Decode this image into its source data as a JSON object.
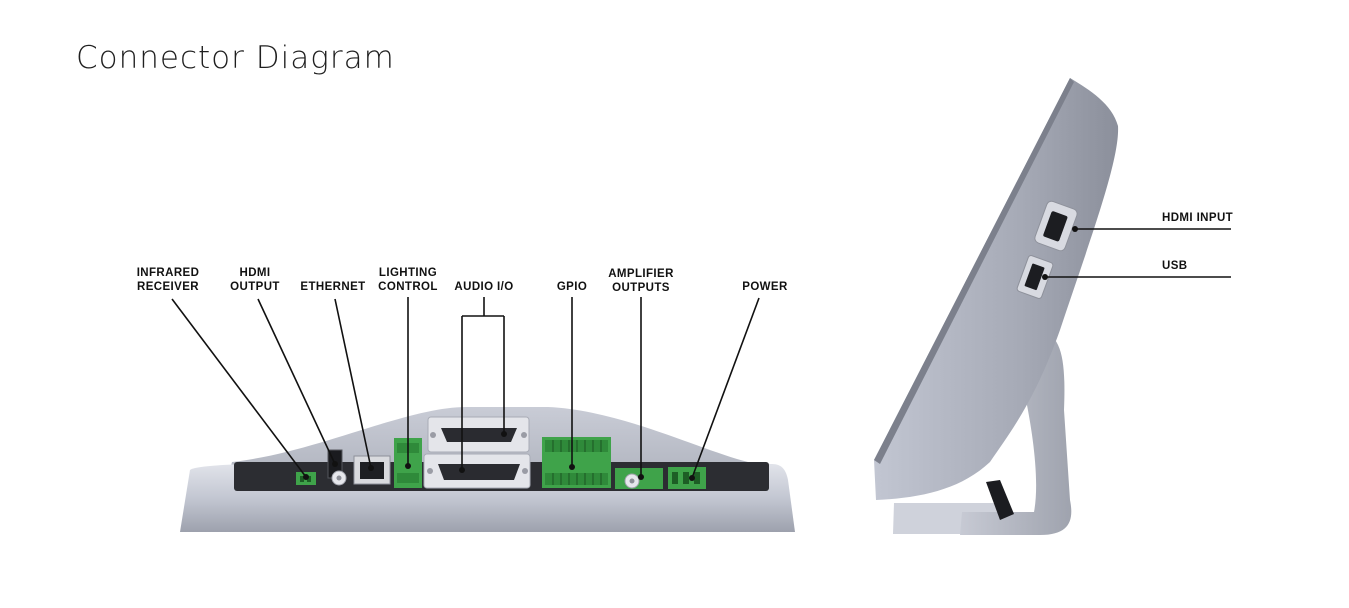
{
  "title": "Connector Diagram",
  "rear_labels": {
    "infrared_receiver": [
      "INFRARED",
      "RECEIVER"
    ],
    "hdmi_output": [
      "HDMI",
      "OUTPUT"
    ],
    "ethernet": "ETHERNET",
    "lighting_control": [
      "LIGHTING",
      "CONTROL"
    ],
    "audio_io": "AUDIO I/O",
    "gpio": "GPIO",
    "amplifier_outputs": [
      "AMPLIFIER",
      "OUTPUTS"
    ],
    "power": "POWER"
  },
  "side_labels": {
    "hdmi_input": "HDMI INPUT",
    "usb": "USB"
  },
  "colors": {
    "terminal_green": "#3fa34a",
    "device_body": "#c6cad6",
    "panel_dark": "#2c2d32",
    "label_text": "#111111"
  }
}
